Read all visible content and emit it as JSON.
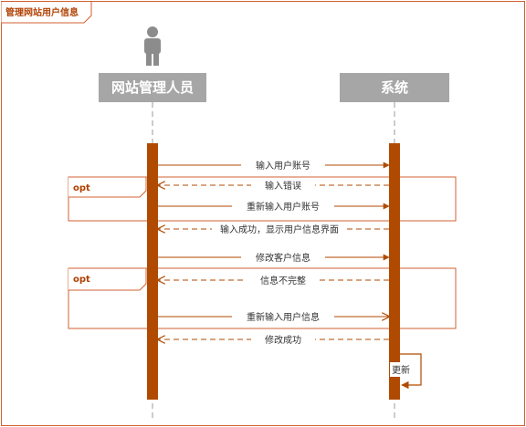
{
  "diagram": {
    "title": "管理网站用户信息",
    "participants": [
      {
        "id": "admin",
        "label": "网站管理人员",
        "is_actor": true
      },
      {
        "id": "system",
        "label": "系统",
        "is_actor": false
      }
    ],
    "messages": [
      {
        "from": "admin",
        "to": "system",
        "label": "输入用户账号",
        "style": "solid"
      },
      {
        "from": "system",
        "to": "admin",
        "label": "输入错误",
        "style": "dashed"
      },
      {
        "from": "admin",
        "to": "system",
        "label": "重新输入用户账号",
        "style": "solid"
      },
      {
        "from": "system",
        "to": "admin",
        "label": "输入成功，显示用户信息界面",
        "style": "dashed"
      },
      {
        "from": "admin",
        "to": "system",
        "label": "修改客户信息",
        "style": "solid"
      },
      {
        "from": "system",
        "to": "admin",
        "label": "信息不完整",
        "style": "dashed"
      },
      {
        "from": "admin",
        "to": "system",
        "label": "重新输入用户信息",
        "style": "solid"
      },
      {
        "from": "system",
        "to": "admin",
        "label": "修改成功",
        "style": "dashed"
      },
      {
        "from": "system",
        "to": "system",
        "label": "更新",
        "style": "self"
      }
    ],
    "fragments": [
      {
        "keyword": "opt"
      },
      {
        "keyword": "opt"
      }
    ],
    "colors": {
      "frame": "#d06030",
      "activation": "#b04a00",
      "arrow": "#b04a00",
      "lifeline": "#999999",
      "actor_box": "#a6a6a6",
      "actor_icon": "#8c8c8c"
    }
  }
}
